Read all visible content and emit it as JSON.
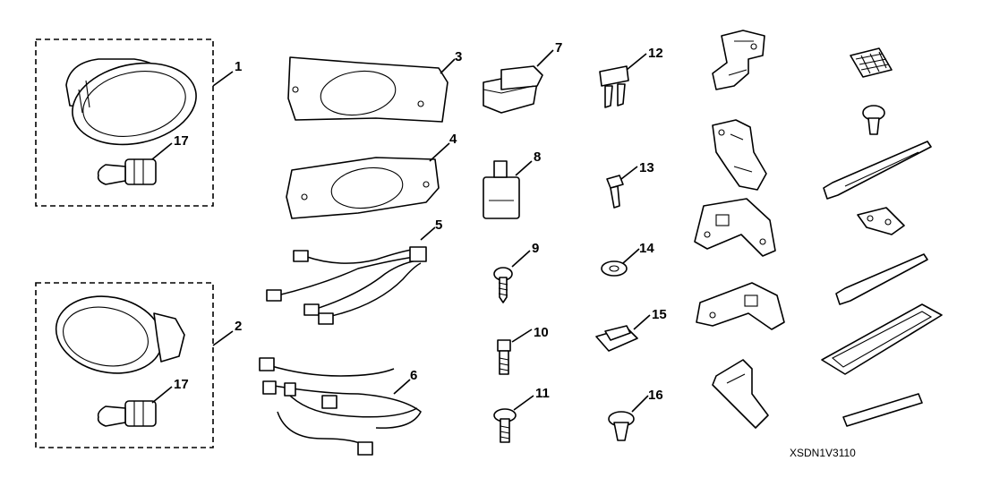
{
  "diagram": {
    "code": "XSDN1V3110",
    "callouts": [
      "1",
      "2",
      "3",
      "4",
      "5",
      "6",
      "7",
      "8",
      "9",
      "10",
      "11",
      "12",
      "13",
      "14",
      "15",
      "16",
      "17",
      "17"
    ]
  }
}
